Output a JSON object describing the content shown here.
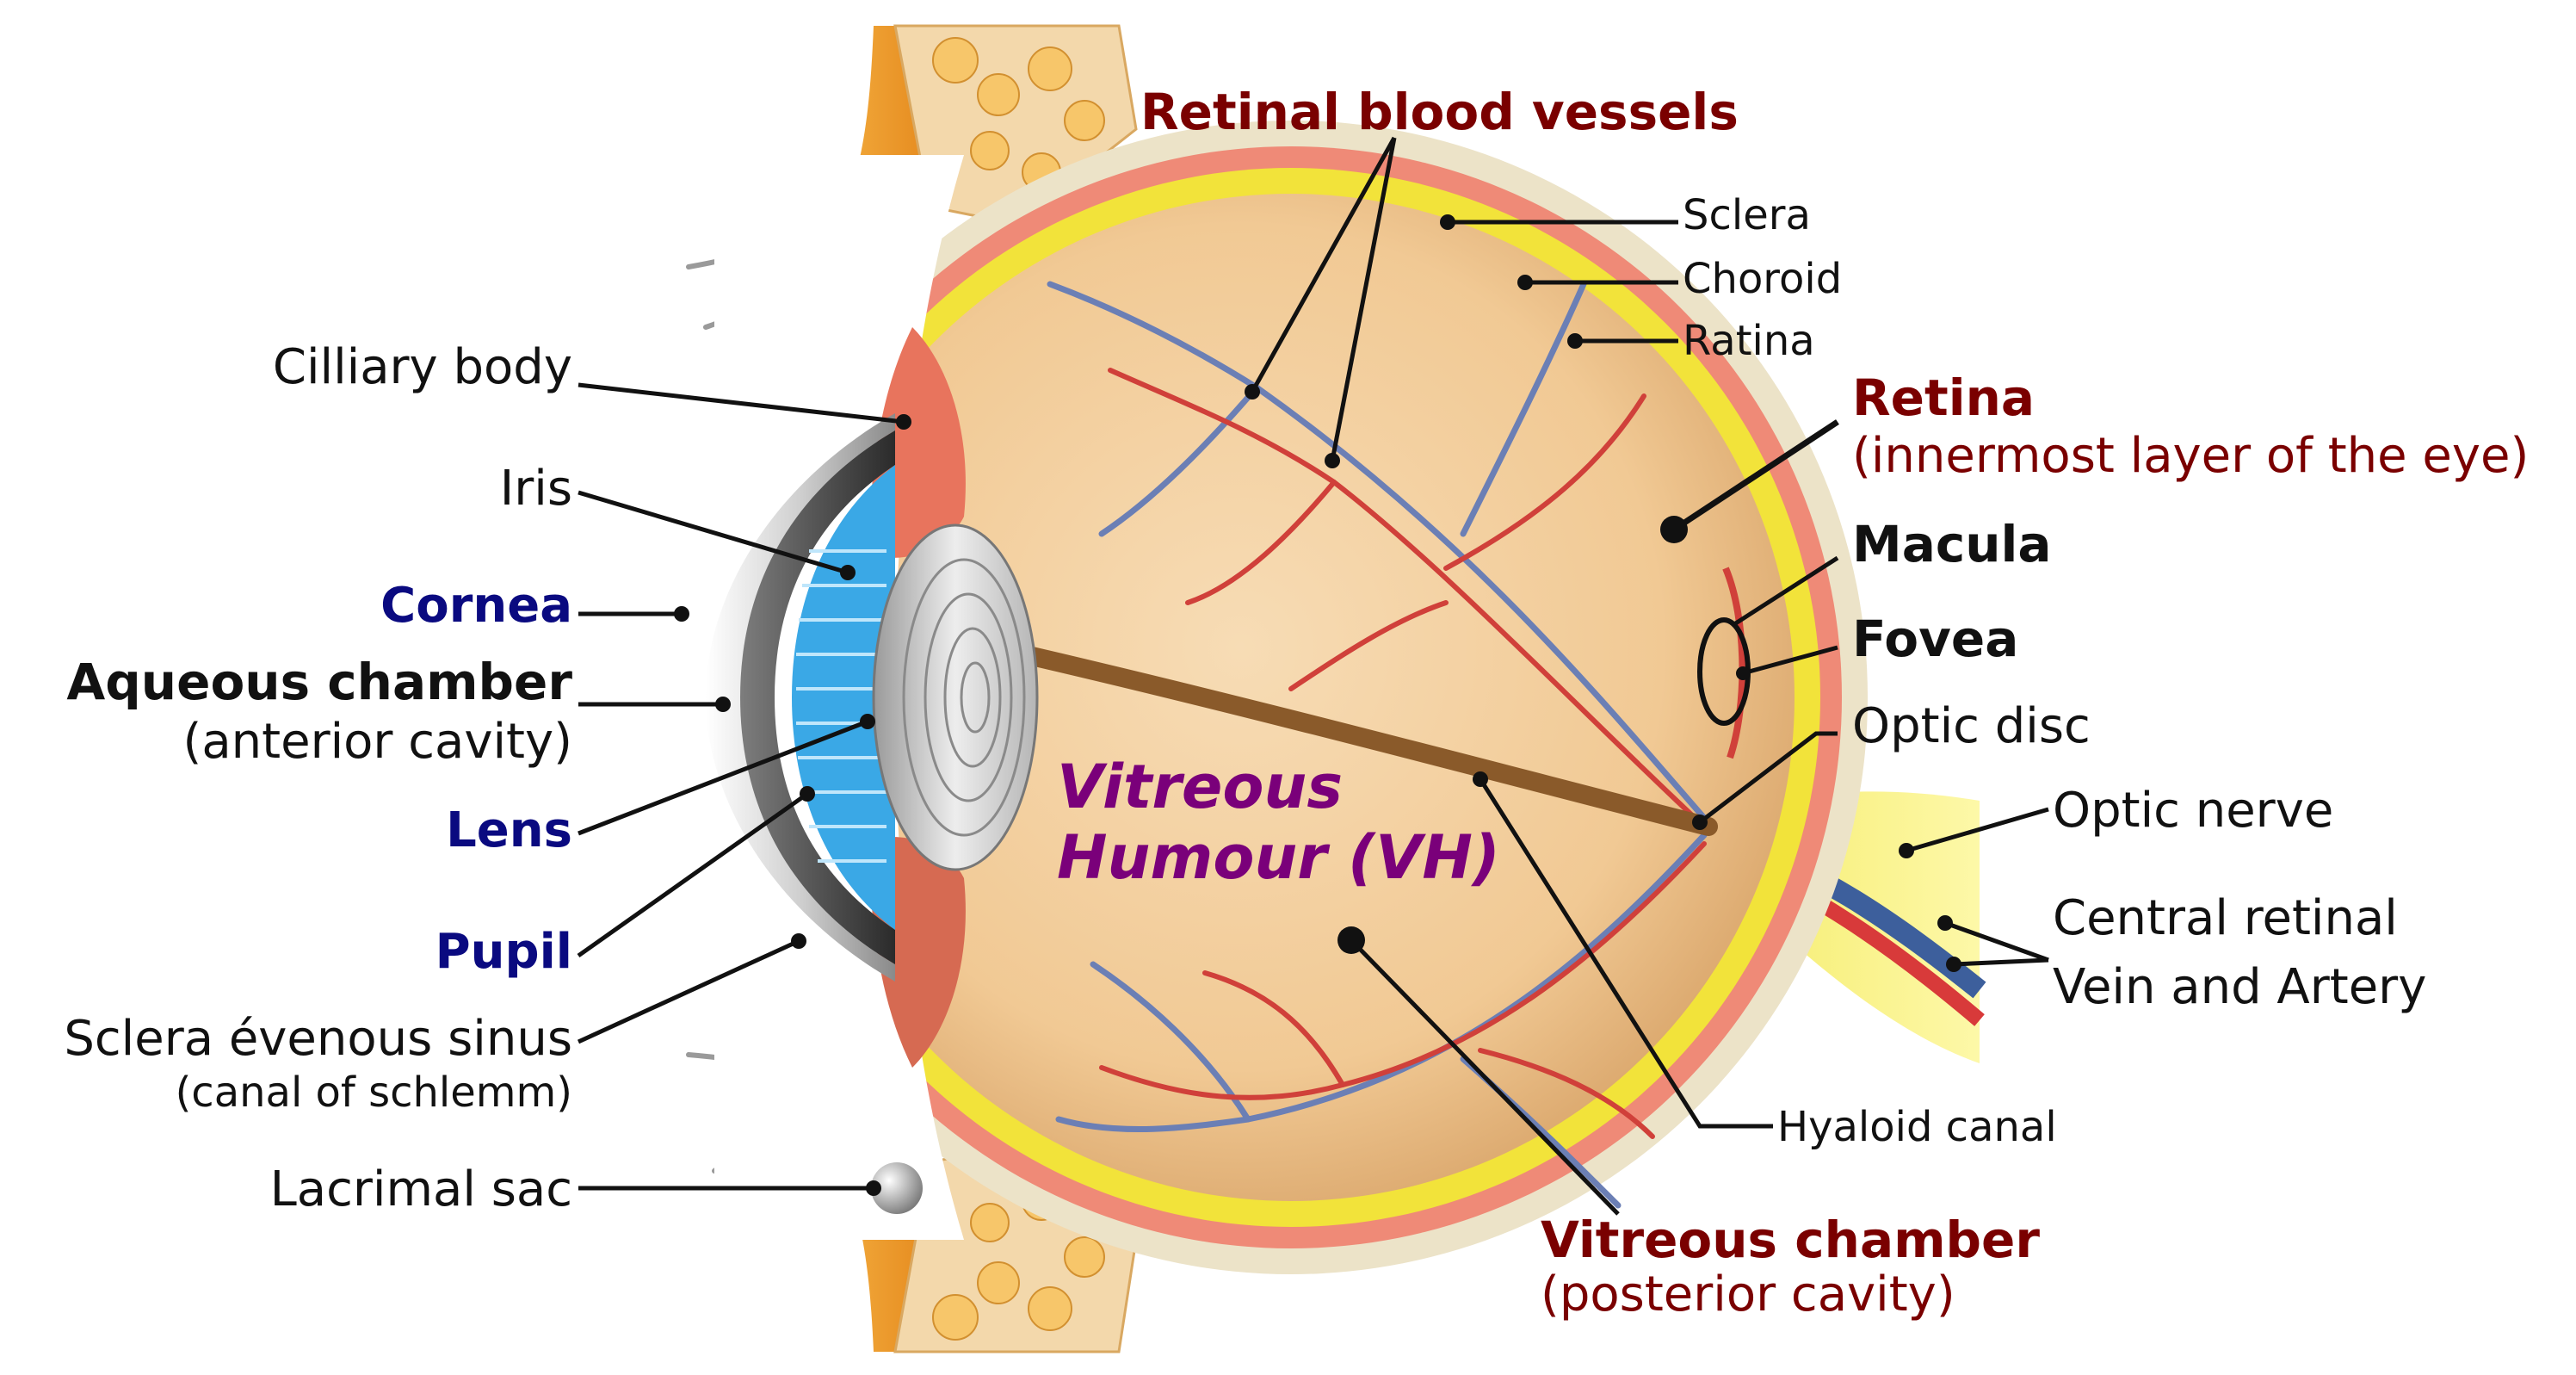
{
  "colors": {
    "dark_red": "#7a0000",
    "navy": "#0a0a80",
    "purple": "#7a007a",
    "black": "#111111",
    "sclera": "#ece3c8",
    "choroid": "#ef8a77",
    "retina_yellow": "#f2e33a",
    "vitreous": "#f4d3a5",
    "orange": "#f29a1c",
    "lens_blue": "#3aa8e6"
  },
  "labels": {
    "retinal_blood_vessels": "Retinal blood vessels",
    "sclera": "Sclera",
    "choroid": "Choroid",
    "ratina": "Ratina",
    "retina_title": "Retina",
    "retina_sub": "(innermost layer of the eye)",
    "macula": "Macula",
    "fovea": "Fovea",
    "optic_disc": "Optic disc",
    "optic_nerve": "Optic nerve",
    "central_retinal_1": "Central retinal",
    "central_retinal_2": "Vein and Artery",
    "hyaloid_canal": "Hyaloid  canal",
    "vitreous_chamber_title": "Vitreous chamber",
    "vitreous_chamber_sub": "(posterior cavity)",
    "vh_line1": "Vitreous",
    "vh_line2": "Humour (VH)",
    "cilliary_body": "Cilliary body",
    "iris": "Iris",
    "cornea": "Cornea",
    "aqueous_title": "Aqueous chamber",
    "aqueous_sub": "(anterior cavity)",
    "lens": "Lens",
    "pupil": "Pupil",
    "sclera_sinus_1": "Sclera évenous sinus",
    "sclera_sinus_2": "(canal of schlemm)",
    "lacrimal_sac": "Lacrimal sac"
  }
}
